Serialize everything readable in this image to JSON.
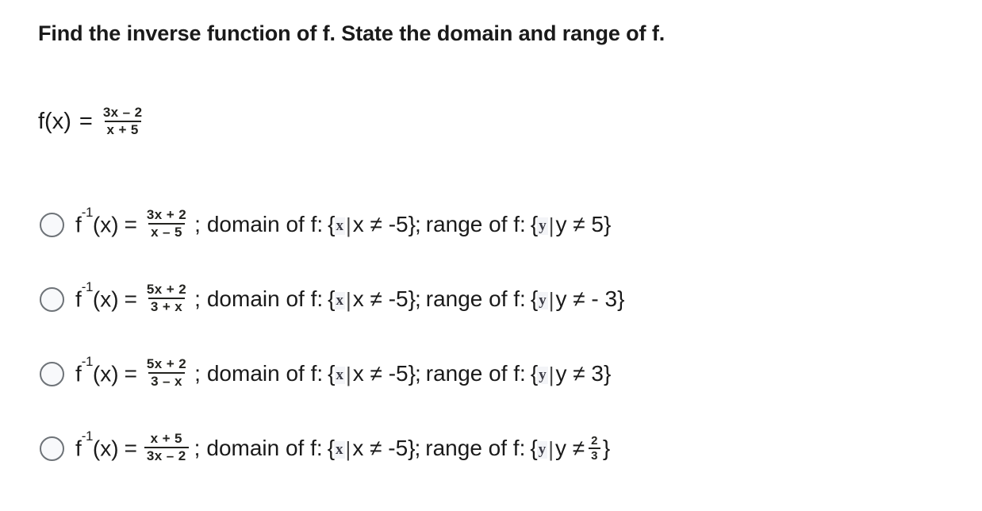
{
  "prompt": "Find the inverse function of f. State the domain and range of f.",
  "given": {
    "lhs": "f(x)",
    "equals": "=",
    "numerator": "3x – 2",
    "denominator": "x + 5"
  },
  "answer_label": {
    "f": "f",
    "exponent": "-1",
    "arg": "(x)",
    "equals": "=",
    "semicolon": ";",
    "domain_prefix": "domain of f:",
    "range_prefix": "range of f:",
    "open_brace": "{",
    "close_brace": "}",
    "pipe": "|",
    "domain_var": "x",
    "range_var": "y",
    "domain_condition": "x ≠ -5",
    "neq": "≠"
  },
  "options": [
    {
      "id": "option-a",
      "numerator": "3x + 2",
      "denominator": "x – 5",
      "domain_var": "x",
      "domain_condition": "x ≠ -5",
      "range_var": "y",
      "range_condition": "y ≠ 5",
      "range_is_fraction": false,
      "selected": false
    },
    {
      "id": "option-b",
      "numerator": "5x + 2",
      "denominator": "3 + x",
      "domain_var": "x",
      "domain_condition": "x ≠ -5",
      "range_var": "y",
      "range_condition": "y ≠ - 3",
      "range_is_fraction": false,
      "selected": false
    },
    {
      "id": "option-c",
      "numerator": "5x + 2",
      "denominator": "3 – x",
      "domain_var": "x",
      "domain_condition": "x ≠ -5",
      "range_var": "y",
      "range_condition": "y ≠ 3",
      "range_is_fraction": false,
      "selected": false
    },
    {
      "id": "option-d",
      "numerator": "x + 5",
      "denominator": "3x – 2",
      "domain_var": "x",
      "domain_condition": "x ≠ -5",
      "range_var": "y",
      "range_condition": "y ≠",
      "range_is_fraction": true,
      "range_fraction_num": "2",
      "range_fraction_den": "3",
      "selected": false
    }
  ],
  "colors": {
    "background": "#ffffff",
    "text": "#1a1a1a",
    "radio_border": "#6e7378",
    "radio_fill": "#f8f9fb",
    "setvar_text": "#3a3a44",
    "setvar_bg": "#f3f4f7"
  }
}
